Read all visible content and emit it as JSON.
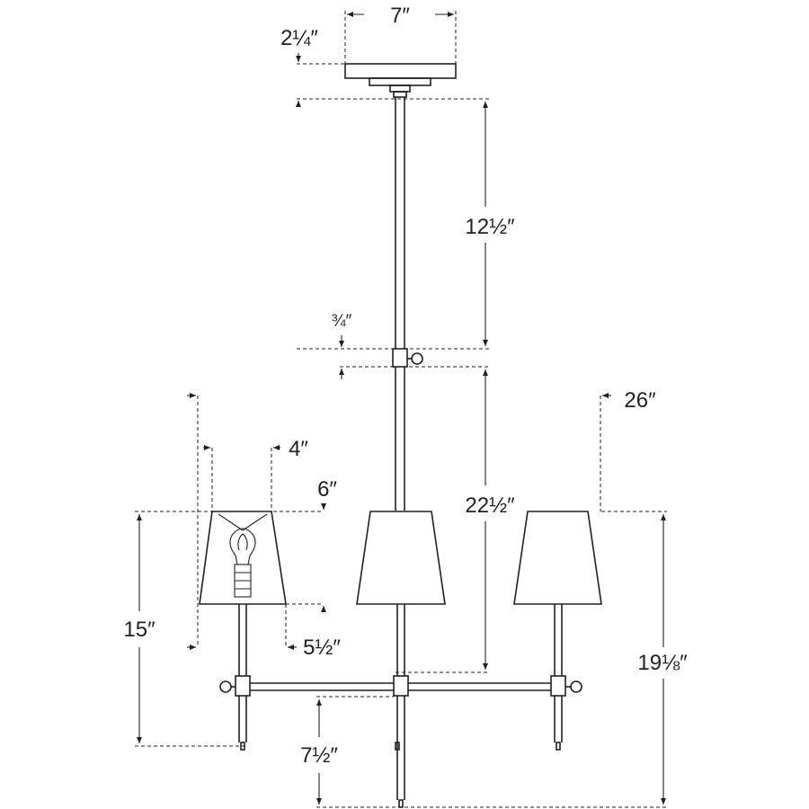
{
  "dimensions": {
    "canopy_width": "7″",
    "canopy_height": "2¼″",
    "stem_upper": "12½″",
    "knuckle_height": "¾″",
    "stem_lower": "22½″",
    "overall_width": "26″",
    "shade_top": "4″",
    "shade_bottom": "6″",
    "shade_height": "5½″",
    "arm_height": "15″",
    "body_height": "19⅛″",
    "finial_drop": "7½″"
  },
  "colors": {
    "line": "#231f20",
    "background": "#ffffff"
  }
}
